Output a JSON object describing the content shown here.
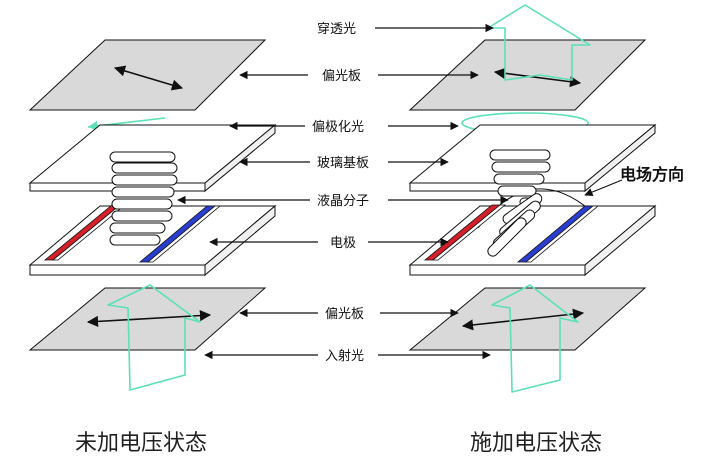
{
  "labels": {
    "transmitted_light": "穿透光",
    "polarizer_top": "偏光板",
    "polarized_light": "偏极化光",
    "glass_substrate": "玻璃基板",
    "liquid_crystal": "液晶分子",
    "electrode": "电极",
    "polarizer_bottom": "偏光板",
    "incident_light": "入射光",
    "field_direction": "电场方向"
  },
  "captions": {
    "left": "未加电压状态",
    "right": "施加电压状态"
  },
  "colors": {
    "plate": "#d9d9d9",
    "light_arrow": "#5ce0b8",
    "electrode_red": "#d4202a",
    "electrode_blue": "#2a3fd0",
    "outline": "#111111"
  }
}
